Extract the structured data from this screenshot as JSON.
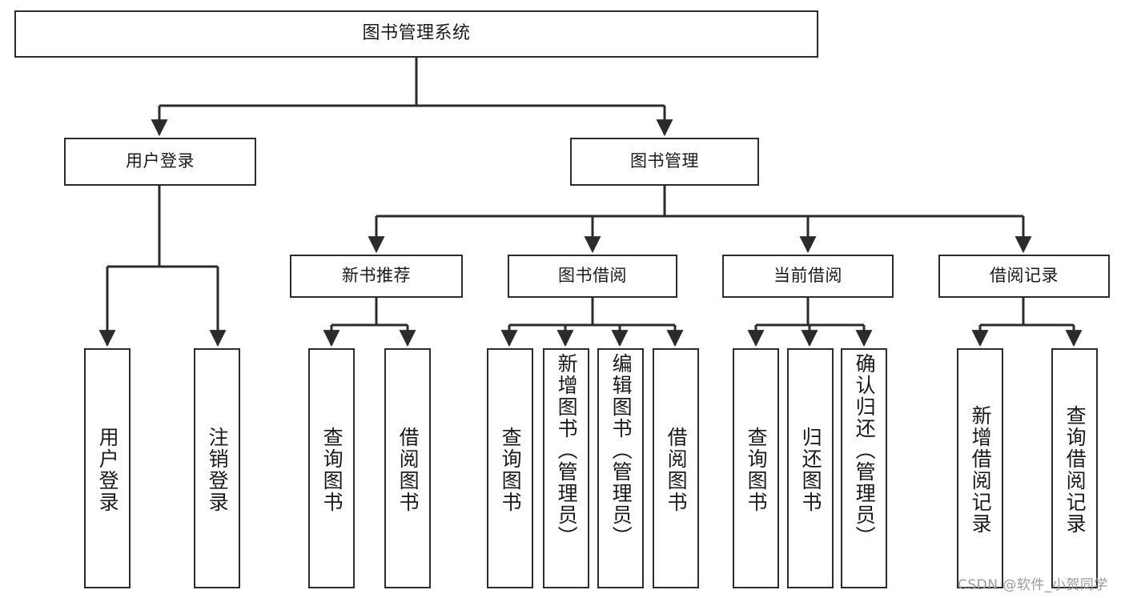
{
  "diagram": {
    "title": "图书管理系统",
    "type": "function-structure-tree",
    "watermark": "CSDN @软件_小贺同学",
    "colors": {
      "stroke": "#2b2b2b",
      "background": "#ffffff",
      "text": "#1a1a1a",
      "watermark": "#9a9a9a"
    }
  },
  "nodes": {
    "root": {
      "label": "图书管理系统"
    },
    "level1": [
      {
        "id": "user-login",
        "label": "用户登录"
      },
      {
        "id": "book-manage",
        "label": "图书管理"
      }
    ],
    "level2": [
      {
        "id": "new-book-recommend",
        "label": "新书推荐"
      },
      {
        "id": "book-borrow",
        "label": "图书借阅"
      },
      {
        "id": "current-borrow",
        "label": "当前借阅"
      },
      {
        "id": "borrow-record",
        "label": "借阅记录"
      }
    ],
    "leaves": {
      "user_login": [
        {
          "id": "leaf-user-login",
          "label": "用户登录"
        },
        {
          "id": "leaf-logout-login",
          "label": "注销登录"
        }
      ],
      "new_book_recommend": [
        {
          "id": "leaf-query-book-1",
          "label": "查询图书"
        },
        {
          "id": "leaf-borrow-book-1",
          "label": "借阅图书"
        }
      ],
      "book_borrow": [
        {
          "id": "leaf-query-book-2",
          "label": "查询图书"
        },
        {
          "id": "leaf-add-book",
          "label": "新增图书（管理员）"
        },
        {
          "id": "leaf-edit-book",
          "label": "编辑图书（管理员）"
        },
        {
          "id": "leaf-borrow-book-2",
          "label": "借阅图书"
        }
      ],
      "current_borrow": [
        {
          "id": "leaf-query-book-3",
          "label": "查询图书"
        },
        {
          "id": "leaf-return-book",
          "label": "归还图书"
        },
        {
          "id": "leaf-confirm-return",
          "label": "确认归还（管理员）"
        }
      ],
      "borrow_record": [
        {
          "id": "leaf-add-record",
          "label": "新增借阅记录"
        },
        {
          "id": "leaf-query-record",
          "label": "查询借阅记录"
        }
      ]
    }
  }
}
